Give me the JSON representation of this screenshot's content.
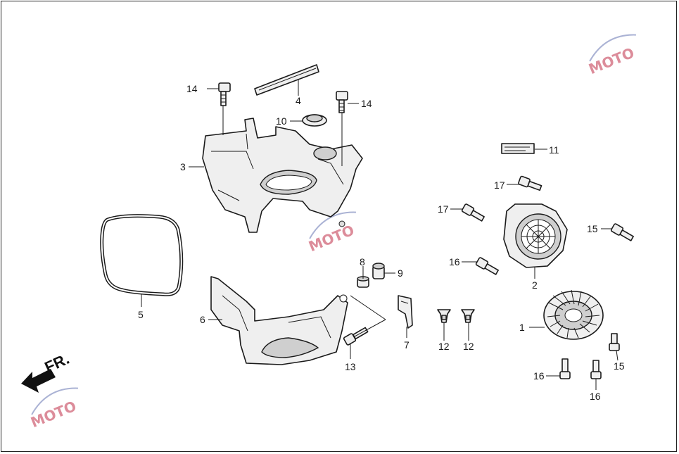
{
  "direction_label": "FR.",
  "watermark": {
    "text": "MOTO",
    "accent_color": "#c03048"
  },
  "callouts": [
    {
      "id": "c1",
      "number": "1"
    },
    {
      "id": "c2",
      "number": "2"
    },
    {
      "id": "c3",
      "number": "3"
    },
    {
      "id": "c4",
      "number": "4"
    },
    {
      "id": "c5",
      "number": "5"
    },
    {
      "id": "c6",
      "number": "6"
    },
    {
      "id": "c7",
      "number": "7"
    },
    {
      "id": "c8",
      "number": "8"
    },
    {
      "id": "c9",
      "number": "9"
    },
    {
      "id": "c10",
      "number": "10"
    },
    {
      "id": "c11",
      "number": "11"
    },
    {
      "id": "c12a",
      "number": "12"
    },
    {
      "id": "c12b",
      "number": "12"
    },
    {
      "id": "c13",
      "number": "13"
    },
    {
      "id": "c14a",
      "number": "14"
    },
    {
      "id": "c14b",
      "number": "14"
    },
    {
      "id": "c15a",
      "number": "15"
    },
    {
      "id": "c15b",
      "number": "15"
    },
    {
      "id": "c16a",
      "number": "16"
    },
    {
      "id": "c16b",
      "number": "16"
    },
    {
      "id": "c16c",
      "number": "16"
    },
    {
      "id": "c17a",
      "number": "17"
    },
    {
      "id": "c17b",
      "number": "17"
    }
  ]
}
